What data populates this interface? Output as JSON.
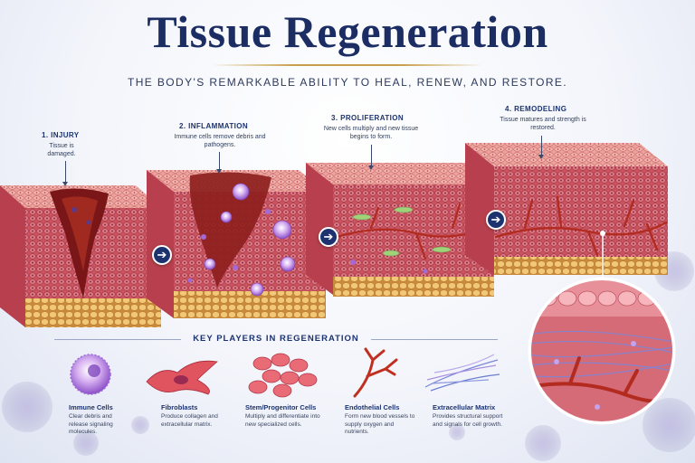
{
  "title": "Tissue Regeneration",
  "subtitle": "THE BODY'S REMARKABLE ABILITY TO HEAL, RENEW, AND RESTORE.",
  "stages": [
    {
      "title": "1. INJURY",
      "description": "Tissue is damaged."
    },
    {
      "title": "2. INFLAMMATION",
      "description": "Immune cells remove debris and pathogens."
    },
    {
      "title": "3. PROLIFERATION",
      "description": "New cells multiply and new tissue begins to form."
    },
    {
      "title": "4. REMODELING",
      "description": "Tissue matures and strength is restored."
    }
  ],
  "key_players_heading": "KEY PLAYERS IN REGENERATION",
  "key_players": [
    {
      "name": "Immune Cells",
      "description": "Clear debris and release signaling molecules."
    },
    {
      "name": "Fibroblasts",
      "description": "Produce collagen and extracellular matrix."
    },
    {
      "name": "Stem/Progenitor Cells",
      "description": "Multiply and differentiate into new specialized cells."
    },
    {
      "name": "Endothelial Cells",
      "description": "Form new blood vessels to supply oxygen and nutrients."
    },
    {
      "name": "Extracellular Matrix",
      "description": "Provides structural support and signals for cell growth."
    }
  ],
  "icons": {
    "next_arrow": "arrow-right-icon"
  },
  "colors": {
    "title": "#1b2d63",
    "accent_gold": "#c9a04a",
    "tissue_top": "#e59a92",
    "tissue_side": "#c9525c",
    "fat_layer": "#e7b867",
    "vessel": "#b32a1f"
  }
}
